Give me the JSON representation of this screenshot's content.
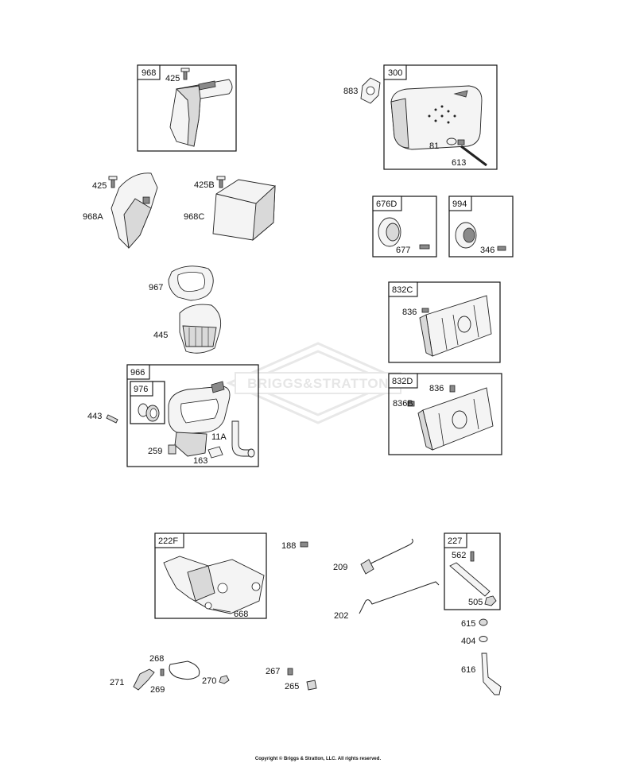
{
  "watermark": {
    "text": "BRIGGS&STRATTON"
  },
  "footer": {
    "copyright": "Copyright © Briggs & Stratton, LLC. All rights reserved."
  },
  "groups": {
    "g968": "968",
    "g300": "300",
    "g676D": "676D",
    "g994": "994",
    "g832C": "832C",
    "g832D": "832D",
    "g966": "966",
    "g976": "976",
    "g222F": "222F",
    "g227": "227"
  },
  "labels": {
    "p425a": "425",
    "p883": "883",
    "p81": "81",
    "p613": "613",
    "p425b": "425",
    "p425B": "425B",
    "p968A": "968A",
    "p968C": "968C",
    "p677": "677",
    "p346": "346",
    "p967": "967",
    "p445": "445",
    "p836a": "836",
    "p836b": "836",
    "p836B": "836B",
    "p443": "443",
    "p11A": "11A",
    "p259": "259",
    "p163": "163",
    "p188": "188",
    "p209": "209",
    "p202": "202",
    "p668": "668",
    "p562": "562",
    "p505": "505",
    "p615": "615",
    "p404": "404",
    "p616": "616",
    "p268": "268",
    "p271": "271",
    "p269": "269",
    "p270": "270",
    "p267": "267",
    "p265": "265"
  }
}
